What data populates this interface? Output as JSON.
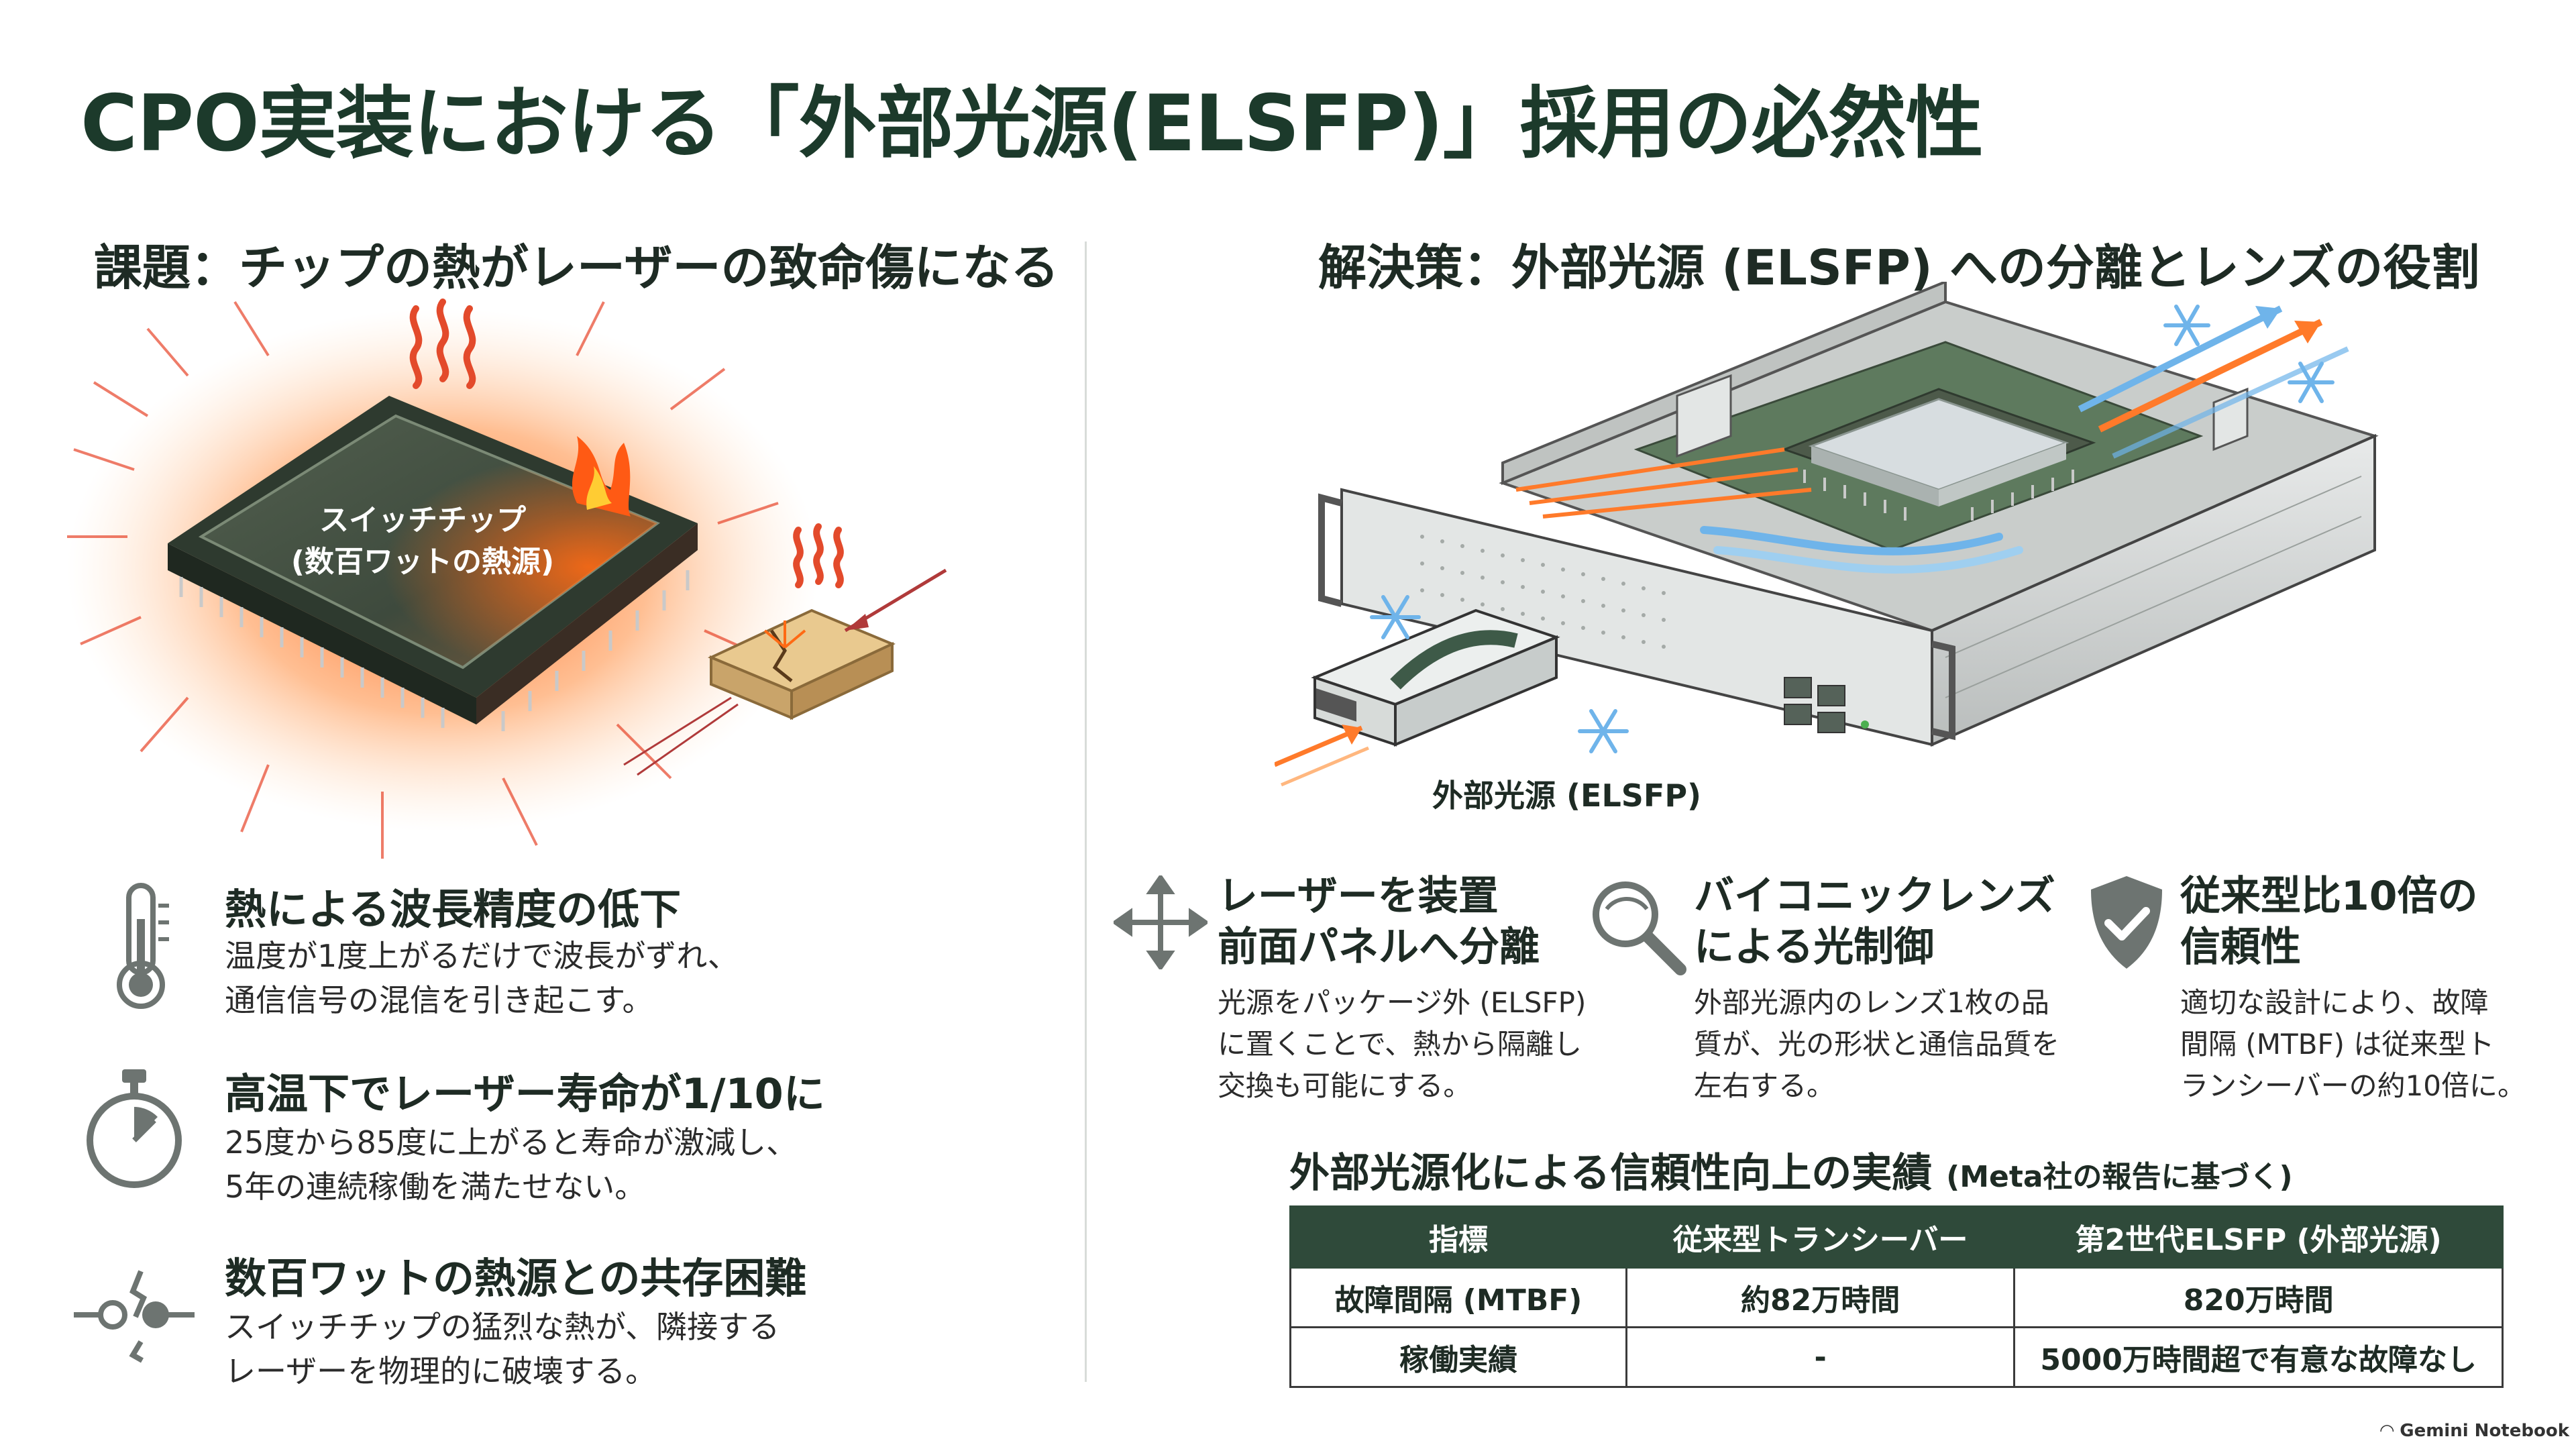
{
  "title": "CPO実装における「外部光源(ELSFP)」採用の必然性",
  "left": {
    "heading": "課題：チップの熱がレーザーの致命傷になる",
    "chip_label_line1": "スイッチチップ",
    "chip_label_line2": "(数百ワットの熱源)",
    "issues": [
      {
        "icon": "thermometer-icon",
        "title": "熱による波長精度の低下",
        "desc1": "温度が1度上がるだけで波長がずれ、",
        "desc2": "通信信号の混信を引き起こす。"
      },
      {
        "icon": "stopwatch-icon",
        "title": "高温下でレーザー寿命が1/10に",
        "desc1": "25度から85度に上がると寿命が激減し、",
        "desc2": "5年の連続稼働を満たせない。"
      },
      {
        "icon": "broken-connection-icon",
        "title": "数百ワットの熱源との共存困難",
        "desc1": "スイッチチップの猛烈な熱が、隣接する",
        "desc2": "レーザーを物理的に破壊する。"
      }
    ]
  },
  "right": {
    "heading": "解決策：外部光源 (ELSFP) への分離とレンズの役割",
    "module_label": "外部光源 (ELSFP)",
    "features": [
      {
        "icon": "move-arrows-icon",
        "title1": "レーザーを装置",
        "title2": "前面パネルへ分離",
        "desc1": "光源をパッケージ外 (ELSFP)",
        "desc2": "に置くことで、熱から隔離し",
        "desc3": "交換も可能にする。"
      },
      {
        "icon": "magnifier-icon",
        "title1": "バイコニックレンズ",
        "title2": "による光制御",
        "desc1": "外部光源内のレンズ1枚の品",
        "desc2": "質が、光の形状と通信品質を",
        "desc3": "左右する。"
      },
      {
        "icon": "shield-check-icon",
        "title1": "従来型比10倍の",
        "title2": "信頼性",
        "desc1": "適切な設計により、故障",
        "desc2": "間隔 (MTBF) は従来型ト",
        "desc3": "ランシーバーの約10倍に。"
      }
    ],
    "table": {
      "title": "外部光源化による信頼性向上の実績",
      "title_note": "(Meta社の報告に基づく)",
      "headers": [
        "指標",
        "従来型トランシーバー",
        "第2世代ELSFP (外部光源)"
      ],
      "rows": [
        [
          "故障間隔 (MTBF)",
          "約82万時間",
          "820万時間"
        ],
        [
          "稼働実績",
          "-",
          "5000万時間超で有意な故障なし"
        ]
      ]
    }
  },
  "footer": "Gemini Notebook",
  "colors": {
    "brand_green": "#1c3a2b",
    "table_header": "#2f4a3a",
    "heat_orange": "#ff6a1a",
    "cool_blue": "#6fb4ea",
    "icon_gray": "#6d7471"
  }
}
